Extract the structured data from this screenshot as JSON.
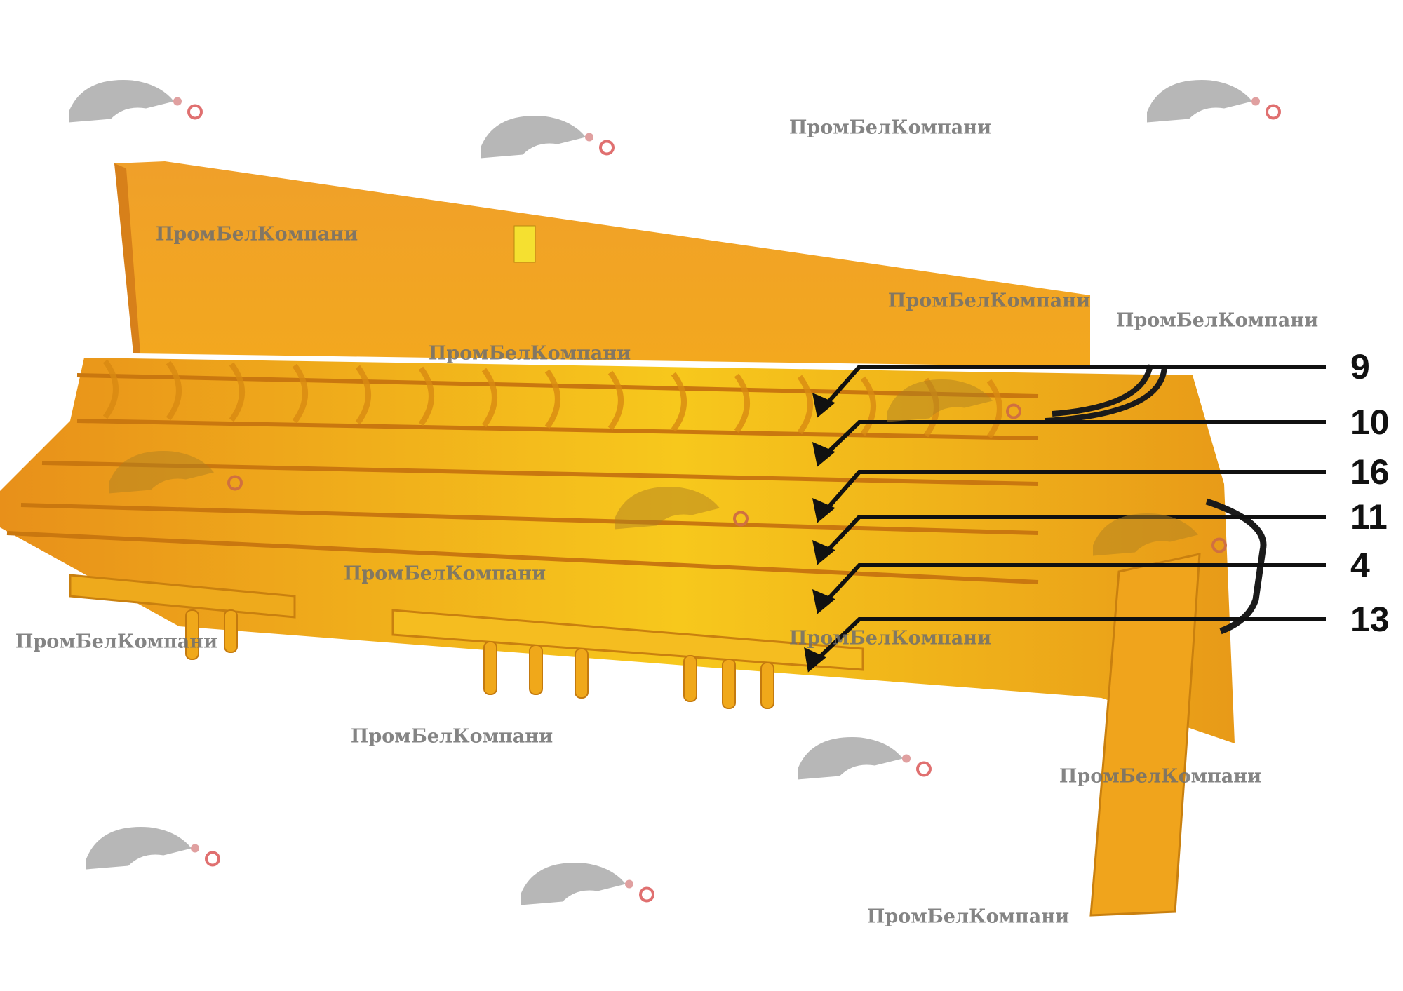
{
  "watermark_text": "ПромБелКомпани",
  "callouts": [
    "9",
    "10",
    "16",
    "11",
    "4",
    "13"
  ],
  "colors": {
    "machine_orange": "#f2a21a",
    "machine_dark": "#d9820c",
    "machine_yellow": "#f7c81c",
    "leader": "#111111",
    "watermark": "#7a7a7a",
    "logo_red": "#e07070"
  }
}
